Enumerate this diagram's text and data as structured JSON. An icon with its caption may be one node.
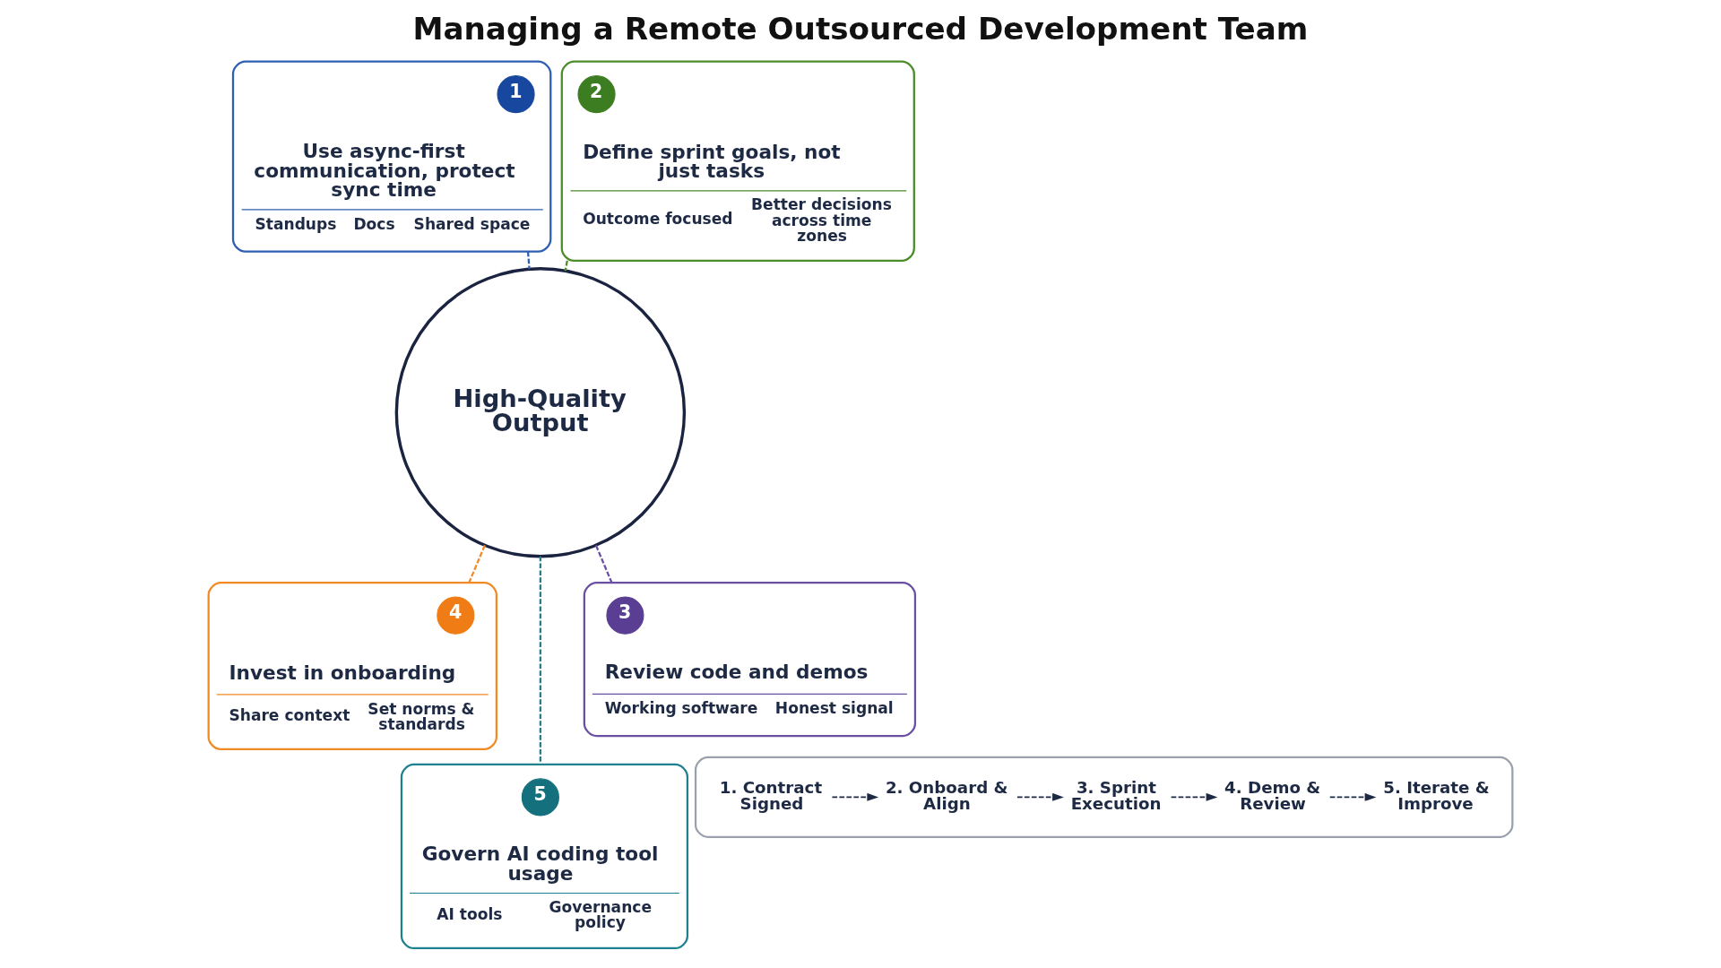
{
  "diagram": {
    "title": "Managing a Remote Outsourced Development Team",
    "nodes": [
      {
        "text": [
          "Use async-first communication, protect sync time",
          "Standups",
          "Docs",
          "Shared space"
        ]
      },
      {
        "text": [
          "1"
        ],
        "in": 0
      },
      {
        "text": [
          "Define sprint goals, not just tasks",
          "Outcome focused",
          "Better decisions across time zones"
        ]
      },
      {
        "text": [
          "2"
        ],
        "in": 2
      },
      {
        "text": [
          "High-Quality Output"
        ]
      },
      {
        "text": [
          "Invest in onboarding",
          "Share context",
          "Set norms & standards"
        ]
      },
      {
        "text": [
          "4"
        ],
        "in": 5
      },
      {
        "text": [
          "Review code and demos",
          "Working software",
          "Honest signal"
        ]
      },
      {
        "text": [
          "3"
        ],
        "in": 7
      },
      {
        "text": [
          "Govern AI coding tool usage",
          "AI tools",
          "Governance policy"
        ]
      },
      {
        "text": [
          "5"
        ],
        "in": 9
      },
      {
        "text": [],
        "shape": "box"
      },
      {
        "text": [
          "1. Contract Signed"
        ],
        "in": 11
      },
      {
        "text": [
          "2. Onboard & Align"
        ],
        "in": 11
      },
      {
        "text": [
          "3. Sprint Execution"
        ],
        "in": 11
      },
      {
        "text": [
          "4. Demo & Review"
        ],
        "in": 11
      },
      {
        "text": [
          "5. Iterate & Improve"
        ],
        "in": 11
      }
    ],
    "edges": [
      {
        "from": 0,
        "to": 4,
        "arrow": "none",
        "style": "dashed",
        "color": "#2f5fb3"
      },
      {
        "from": 2,
        "to": 4,
        "arrow": "none",
        "style": "dashed",
        "color": "#4c8c2b"
      },
      {
        "from": 4,
        "to": 5,
        "arrow": "none",
        "style": "dashed",
        "color": "#f08a24"
      },
      {
        "from": 4,
        "to": 9,
        "arrow": "none",
        "style": "dashed",
        "color": "#1f8090"
      },
      {
        "from": 4,
        "to": 7,
        "arrow": "none",
        "style": "dashed",
        "color": "#6a4fa3"
      },
      {
        "from": 12,
        "to": 13,
        "arrow": "to",
        "style": "dashed"
      },
      {
        "from": 13,
        "to": 14,
        "arrow": "to",
        "style": "dashed"
      },
      {
        "from": 14,
        "to": 15,
        "arrow": "to",
        "style": "dashed"
      },
      {
        "from": 15,
        "to": 16,
        "arrow": "to",
        "style": "dashed"
      }
    ]
  }
}
